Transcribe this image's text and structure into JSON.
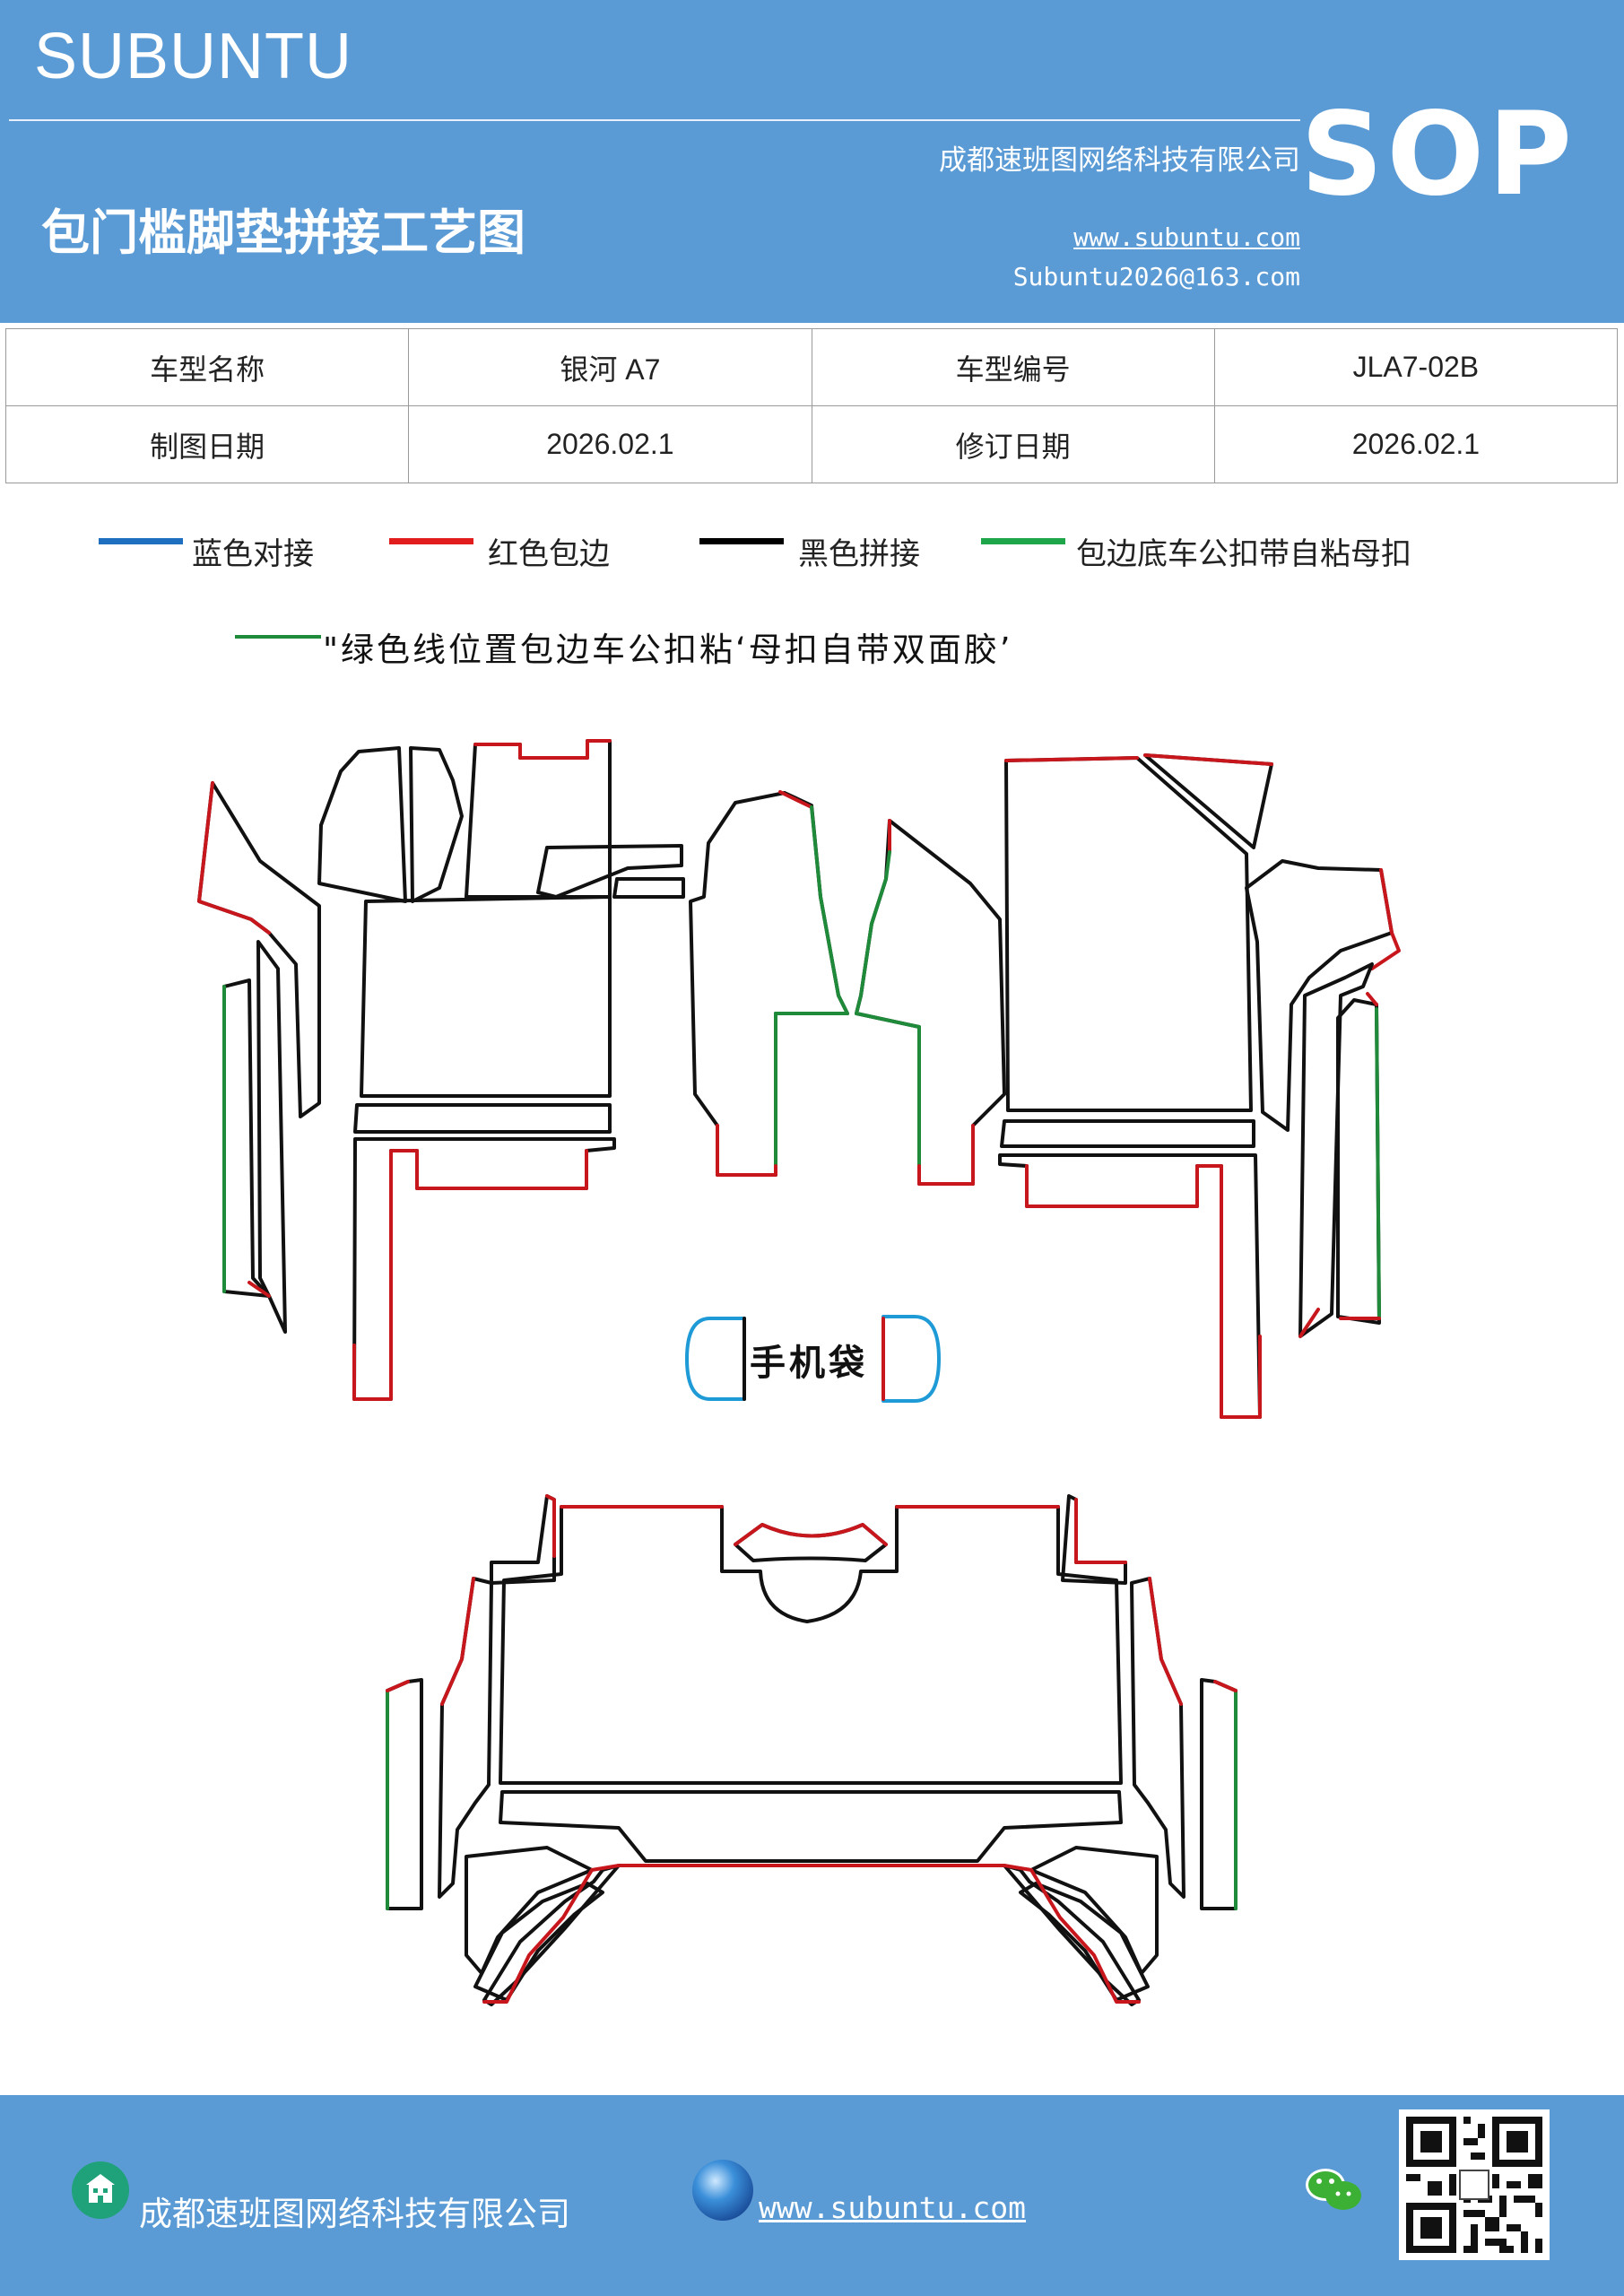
{
  "header": {
    "brand": "SUBUNTU",
    "title": "包门槛脚垫拼接工艺图",
    "company": "成都速班图网络科技有限公司",
    "website": "www.subuntu.com",
    "email": "Subuntu2026@163.com",
    "badge": "SOP"
  },
  "info_table": {
    "model_name_label": "车型名称",
    "model_name_value": "银河 A7",
    "model_code_label": "车型编号",
    "model_code_value": "JLA7-02B",
    "draw_date_label": "制图日期",
    "draw_date_value": "2026.02.1",
    "revise_date_label": "修订日期",
    "revise_date_value": "2026.02.1"
  },
  "legend": [
    {
      "label": "蓝色对接",
      "color": "#1e6fc0"
    },
    {
      "label": "红色包边",
      "color": "#e21d1d"
    },
    {
      "label": "黑色拼接",
      "color": "#000000"
    },
    {
      "label": "包边底车公扣带自粘母扣",
      "color": "#1fa64a"
    }
  ],
  "note": {
    "text": "\"绿色线位置包边车公扣粘‘母扣自带双面胶’",
    "color": "#1e8a3a"
  },
  "drawing": {
    "phone_pocket_label": "手机袋",
    "stroke_colors": {
      "black": "#111111",
      "red": "#c8161d",
      "green": "#1e8a3a",
      "blue": "#1e9ad6"
    }
  },
  "footer": {
    "company": "成都速班图网络科技有限公司",
    "website": "www.subuntu.com",
    "icons": [
      "building-icon",
      "globe-icon",
      "wechat-icon",
      "qr-code"
    ]
  }
}
